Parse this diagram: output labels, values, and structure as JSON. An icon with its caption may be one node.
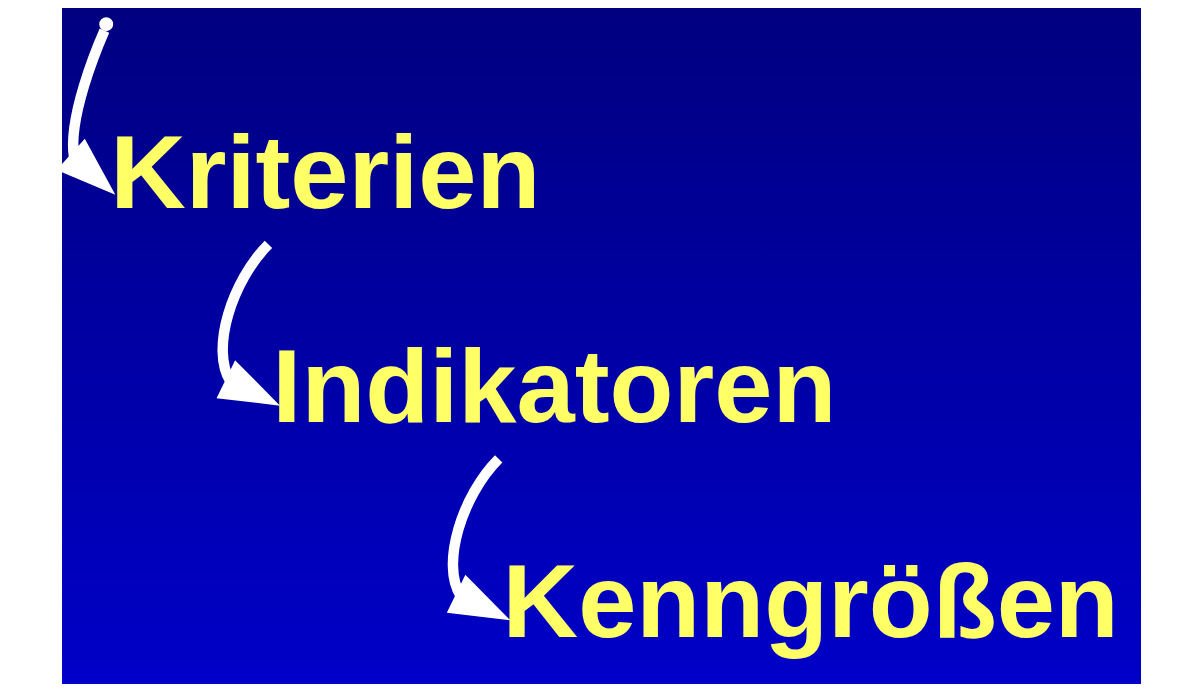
{
  "diagram": {
    "nodes": [
      {
        "text": [
          "Kriterien"
        ]
      },
      {
        "text": [
          "Indikatoren"
        ]
      },
      {
        "text": [
          "Kenngrößen"
        ]
      }
    ],
    "edges": [
      {
        "from": null,
        "to": 0,
        "arrow": "to"
      },
      {
        "from": 0,
        "to": 1,
        "arrow": "to"
      },
      {
        "from": 1,
        "to": 2,
        "arrow": "to"
      }
    ]
  }
}
